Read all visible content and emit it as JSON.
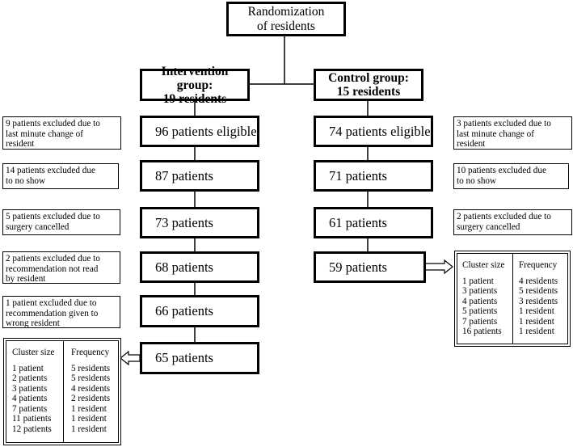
{
  "randomization": {
    "line1": "Randomization",
    "line2": "of residents"
  },
  "intervention": {
    "header": {
      "line1": "Intervention group:",
      "line2": "19 residents"
    },
    "steps": [
      {
        "label": "96 patients eligible",
        "exclusion": [
          "9 patients excluded due to",
          "last minute change of",
          "resident"
        ]
      },
      {
        "label": "87 patients",
        "exclusion": [
          "14 patients excluded due",
          "to no show"
        ]
      },
      {
        "label": "73 patients",
        "exclusion": [
          "5 patients excluded due to",
          "surgery cancelled"
        ]
      },
      {
        "label": "68 patients",
        "exclusion": [
          "2 patients excluded due to",
          "recommendation not read",
          "by resident"
        ]
      },
      {
        "label": "66 patients",
        "exclusion": [
          "1 patient excluded due to",
          "recommendation given to",
          "wrong resident"
        ]
      },
      {
        "label": "65 patients"
      }
    ],
    "cluster_table": {
      "col1_header": "Cluster size",
      "col2_header": "Frequency",
      "rows": [
        [
          "1 patient",
          "5 residents"
        ],
        [
          "2 patients",
          "5 residents"
        ],
        [
          "3 patients",
          "4 residents"
        ],
        [
          "4 patients",
          "2 residents"
        ],
        [
          "7 patients",
          "1 resident"
        ],
        [
          "11 patients",
          "1 resident"
        ],
        [
          "12 patients",
          "1 resident"
        ]
      ]
    }
  },
  "control": {
    "header": {
      "line1": "Control group:",
      "line2": "15 residents"
    },
    "steps": [
      {
        "label": "74 patients eligible",
        "exclusion": [
          "3 patients excluded due to",
          "last minute change of",
          "resident"
        ]
      },
      {
        "label": "71 patients",
        "exclusion": [
          "10 patients excluded due",
          "to no show"
        ]
      },
      {
        "label": "61 patients",
        "exclusion": [
          "2 patients excluded due to",
          "surgery cancelled"
        ]
      },
      {
        "label": "59 patients"
      }
    ],
    "cluster_table": {
      "col1_header": "Cluster size",
      "col2_header": "Frequency",
      "rows": [
        [
          "1 patient",
          "4 residents"
        ],
        [
          "3 patients",
          "5 residents"
        ],
        [
          "4 patients",
          "3 residents"
        ],
        [
          "5 patients",
          "1 resident"
        ],
        [
          "7 patients",
          "1 resident"
        ],
        [
          "16 patients",
          "1 resident"
        ]
      ]
    }
  }
}
